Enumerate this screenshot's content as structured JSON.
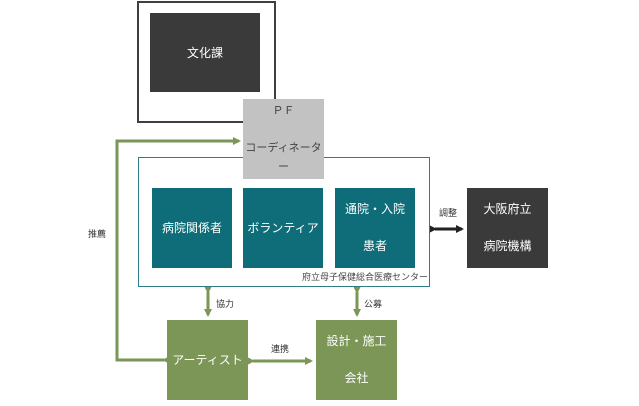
{
  "nodes": {
    "bunka": "文化課",
    "pf_line1": "ＰＦ",
    "pf_line2": "コーディネーター",
    "byoin_kankeisha": "病院関係者",
    "volunteer": "ボランティア",
    "tsuin_line1": "通院・入院",
    "tsuin_line2": "患者",
    "center_label": "府立母子保健総合医療センター",
    "osaka_line1": "大阪府立",
    "osaka_line2": "病院機構",
    "artist": "アーティスト",
    "sekkei_line1": "設計・施工",
    "sekkei_line2": "会社"
  },
  "edges": {
    "suisen": "推薦",
    "kyoryoku": "協力",
    "kobo": "公募",
    "renkei": "連携",
    "chosei": "調整"
  },
  "colors": {
    "dark": "#3a3a3a",
    "gray": "#c2c2c2",
    "teal": "#0e6d78",
    "green": "#7b9656",
    "arrow_dark": "#222222"
  }
}
